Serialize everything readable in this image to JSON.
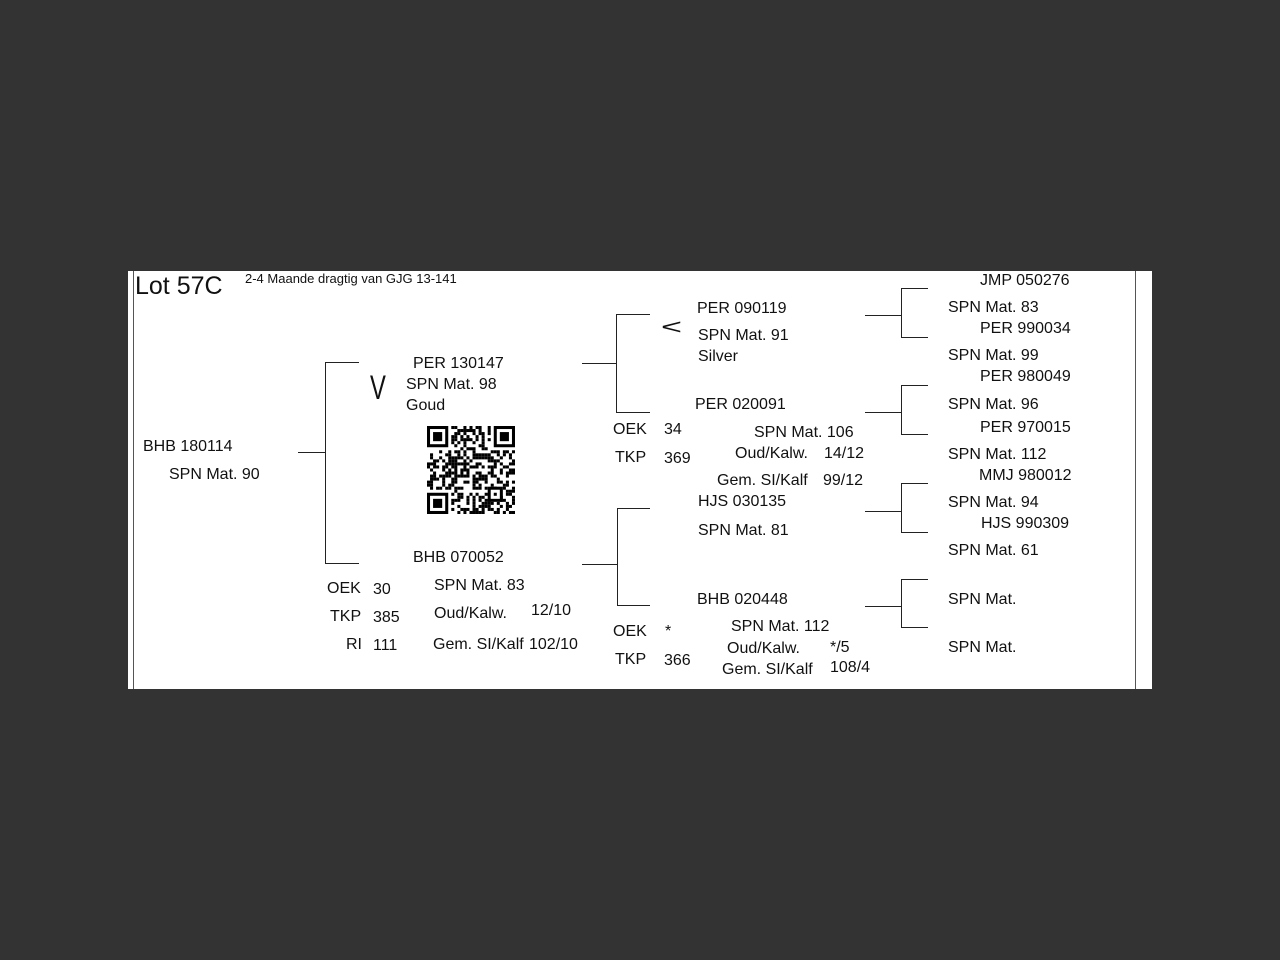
{
  "header": {
    "lot": "Lot 57C",
    "subtitle": "2-4 Maande dragtig van GJG 13-141"
  },
  "subject": {
    "id": "BHB 180114",
    "mat": "SPN Mat. 90"
  },
  "sire": {
    "symbol": "V",
    "id": "PER 130147",
    "mat": "SPN Mat. 98",
    "award": "Goud"
  },
  "dam": {
    "id": "BHB 070052",
    "mat": "SPN Mat. 83",
    "oud_label": "Oud/Kalw.",
    "oud_value": "12/10",
    "gem_label": "Gem. SI/Kalf",
    "gem_value": "102/10",
    "stats": [
      {
        "label": "OEK",
        "value": "30"
      },
      {
        "label": "TKP",
        "value": "385"
      },
      {
        "label": "RI",
        "value": "111"
      }
    ]
  },
  "ss": {
    "symbol": "<",
    "id": "PER 090119",
    "mat": "SPN Mat. 91",
    "award": "Silver"
  },
  "sd": {
    "id": "PER 020091",
    "mat": "SPN Mat. 106",
    "oud_label": "Oud/Kalw.",
    "oud_value": "14/12",
    "gem_label": "Gem. SI/Kalf",
    "gem_value": "99/12",
    "stats": [
      {
        "label": "OEK",
        "value": "34"
      },
      {
        "label": "TKP",
        "value": "369"
      }
    ]
  },
  "ds": {
    "id": "HJS 030135",
    "mat": "SPN Mat. 81"
  },
  "dd": {
    "id": "BHB 020448",
    "mat": "SPN Mat. 112",
    "oud_label": "Oud/Kalw.",
    "oud_value": "*/5",
    "gem_label": "Gem. SI/Kalf",
    "gem_value": "108/4",
    "stats": [
      {
        "label": "OEK",
        "value": "*"
      },
      {
        "label": "TKP",
        "value": "366"
      }
    ]
  },
  "great_grandparents": [
    {
      "sire": "JMP 050276",
      "mat": "SPN Mat. 83"
    },
    {
      "sire": "PER 990034",
      "mat": "SPN Mat. 99"
    },
    {
      "sire": "PER 980049",
      "mat": "SPN Mat. 96"
    },
    {
      "sire": "PER 970015",
      "mat": "SPN Mat. 112"
    },
    {
      "sire": "MMJ 980012",
      "mat": "SPN Mat. 94"
    },
    {
      "sire": "HJS 990309",
      "mat": "SPN Mat. 61"
    },
    {
      "sire": "",
      "mat": "SPN Mat."
    },
    {
      "sire": "",
      "mat": "SPN Mat."
    }
  ]
}
